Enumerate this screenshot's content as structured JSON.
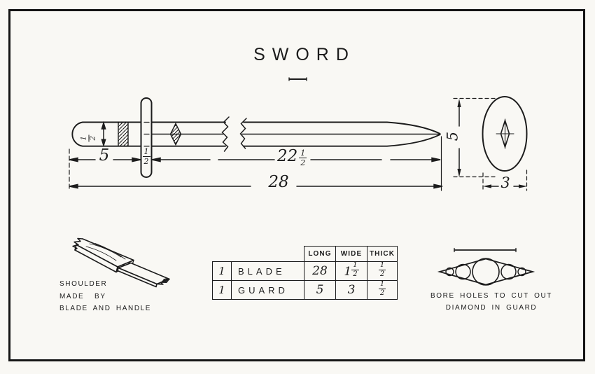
{
  "colors": {
    "ink": "#1c1c1c",
    "paper": "#f9f8f4"
  },
  "title": {
    "text": "SWORD"
  },
  "side_view": {
    "handle_thickness": {
      "num": "1",
      "den": "2"
    },
    "handle_length": "5",
    "guard_thickness": {
      "num": "1",
      "den": "2"
    },
    "blade_length": {
      "whole": "22",
      "num": "1",
      "den": "2"
    },
    "overall_length": "28"
  },
  "end_view": {
    "height": "5",
    "width": "3"
  },
  "shoulder_note": {
    "line1": "SHOULDER",
    "line2": "MADE  BY",
    "line3": "BLADE AND HANDLE"
  },
  "parts_table": {
    "col_headers": {
      "long": "LONG",
      "wide": "WIDE",
      "thick": "THICK"
    },
    "rows": [
      {
        "qty": "1",
        "name": "BLADE",
        "long": "28",
        "wide": {
          "whole": "1",
          "num": "1",
          "den": "2"
        },
        "thick": {
          "num": "1",
          "den": "2"
        }
      },
      {
        "qty": "1",
        "name": "GUARD",
        "long": "5",
        "wide": {
          "whole": "3"
        },
        "thick": {
          "num": "1",
          "den": "2"
        }
      }
    ]
  },
  "bore_note": {
    "line1": "BORE HOLES TO CUT OUT",
    "line2": "DIAMOND IN GUARD"
  }
}
